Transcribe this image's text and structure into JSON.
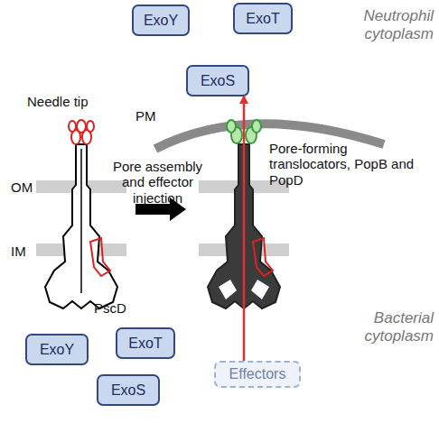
{
  "diagram": {
    "nodes": [
      {
        "text": [
          "ExoY"
        ]
      },
      {
        "text": [
          "ExoT"
        ]
      },
      {
        "text": [
          "ExoS"
        ]
      },
      {
        "text": [
          "ExoY"
        ]
      },
      {
        "text": [
          "ExoT"
        ]
      },
      {
        "text": [
          "ExoS"
        ]
      },
      {
        "text": [
          "Effectors"
        ]
      }
    ],
    "edges": [
      {
        "from": 6,
        "to": 2,
        "arrow": "to"
      }
    ],
    "labels": [
      "Neutrophil cytoplasm",
      "PM",
      "Needle tip",
      "Pore assembly and effector injection",
      "Pore-forming translocators, PopB and PopD",
      "OM",
      "IM",
      "PscD",
      "Bacterial cytoplasm"
    ]
  }
}
